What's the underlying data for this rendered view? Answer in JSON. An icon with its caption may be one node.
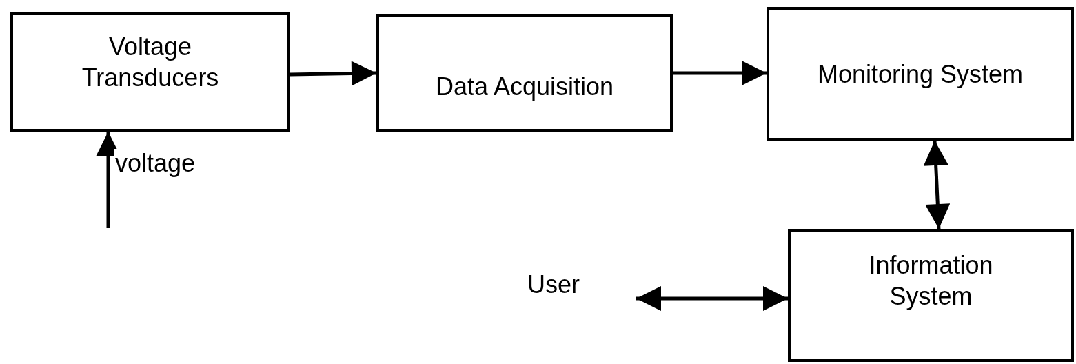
{
  "diagram": {
    "nodes": [
      {
        "text": [
          "Voltage Transducers"
        ]
      },
      {
        "text": [
          "Data Acquisition"
        ]
      },
      {
        "text": [
          "Monitoring System"
        ]
      },
      {
        "text": [
          "Information System"
        ]
      },
      {
        "text": [
          "User"
        ]
      }
    ],
    "edges": [
      {
        "from": 0,
        "to": 1,
        "arrow": "to"
      },
      {
        "from": 1,
        "to": 2,
        "arrow": "to"
      },
      {
        "from": 2,
        "to": 3,
        "arrow": "both"
      },
      {
        "from": 4,
        "to": 3,
        "arrow": "both"
      },
      {
        "from": null,
        "to": 0,
        "arrow": "to",
        "label": "voltage"
      }
    ]
  }
}
